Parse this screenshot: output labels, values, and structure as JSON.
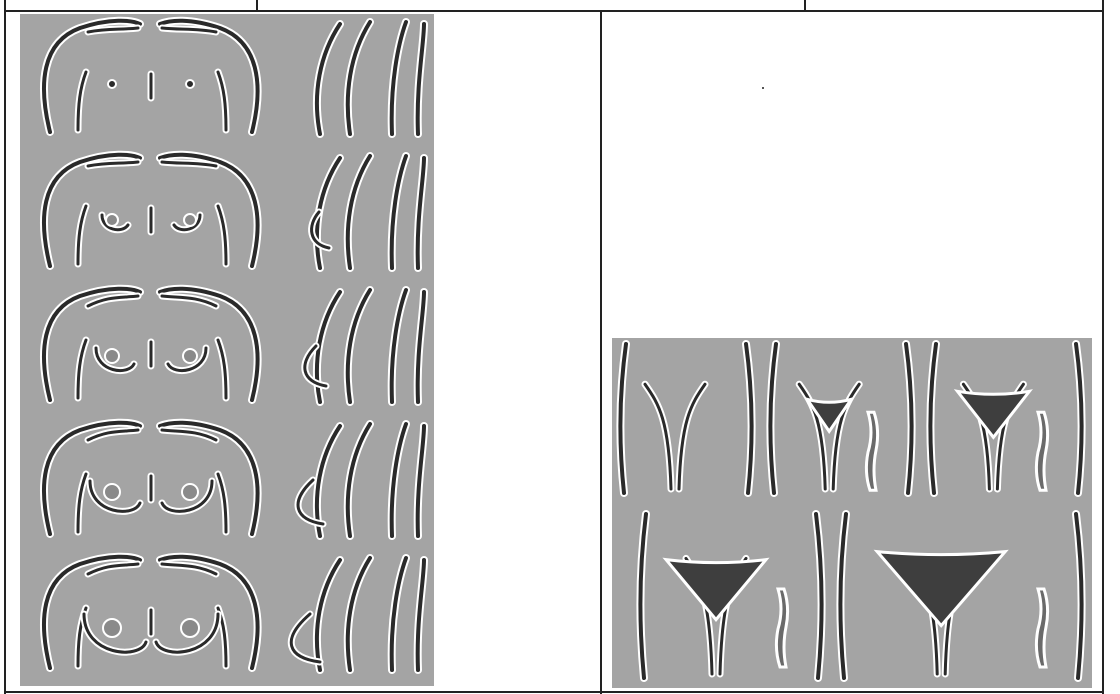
{
  "document": {
    "table_rows": 2,
    "table_columns_top_row": 4,
    "table_columns_figure_row": 2
  },
  "figures": [
    {
      "id": "breast-development-stages",
      "description_visible": false,
      "stages": 5,
      "views": [
        "frontal",
        "lateral"
      ],
      "panel_color": "#a4a4a4",
      "outline_color": "#ffffff",
      "line_color": "#2a2a2a"
    },
    {
      "id": "pubic-hair-development-stages",
      "description_visible": false,
      "stages": 5,
      "panel_color": "#a4a4a4",
      "outline_color": "#ffffff",
      "shade_color": "#3e3e3e"
    }
  ]
}
